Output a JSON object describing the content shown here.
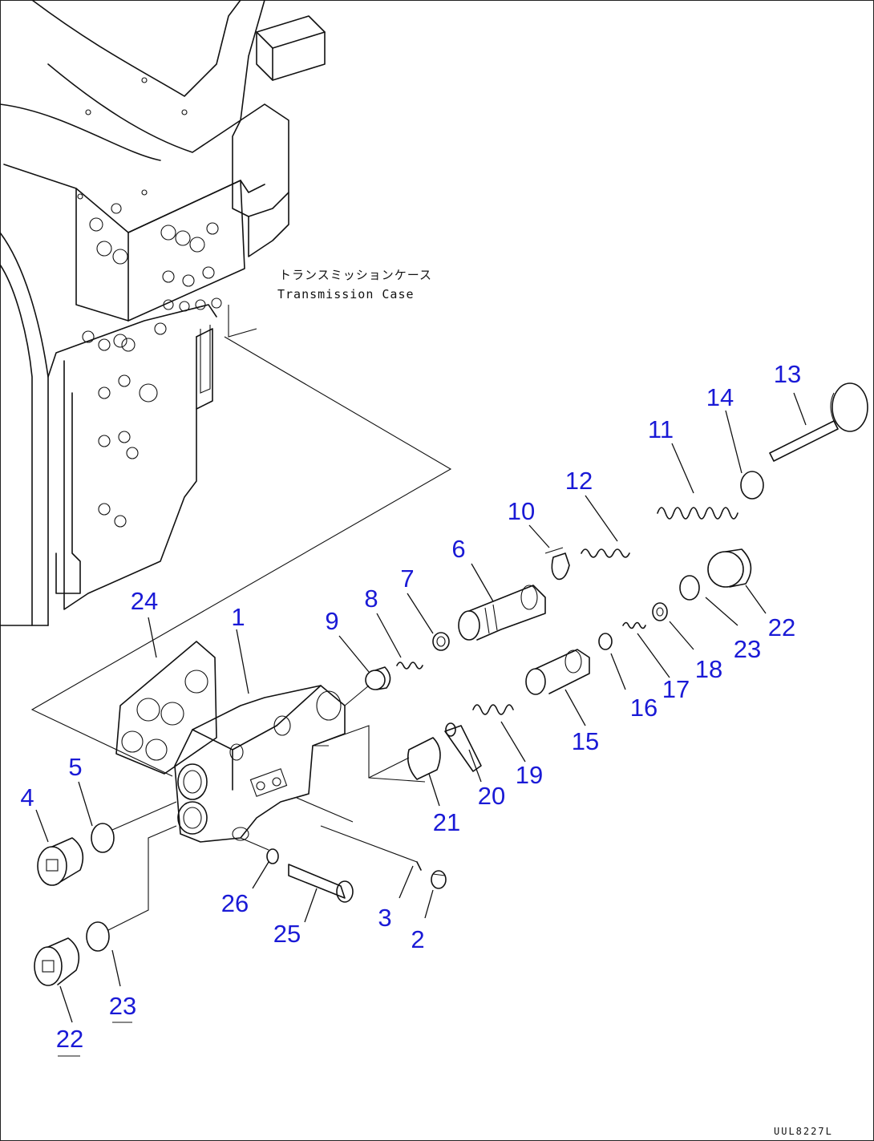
{
  "case_label_jp": "トランスミッションケース",
  "case_label_en": "Transmission Case",
  "drawing_code": "UUL8227L",
  "callout_color": "#1a1ad6",
  "callouts": {
    "c1": "1",
    "c2": "2",
    "c3": "3",
    "c4": "4",
    "c5": "5",
    "c6": "6",
    "c7": "7",
    "c8": "8",
    "c9": "9",
    "c10": "10",
    "c11": "11",
    "c12": "12",
    "c13": "13",
    "c14": "14",
    "c15": "15",
    "c16": "16",
    "c17": "17",
    "c18": "18",
    "c19": "19",
    "c20": "20",
    "c21": "21",
    "c22a": "22",
    "c22b": "22",
    "c23a": "23",
    "c23b": "23",
    "c24": "24",
    "c25": "25",
    "c26": "26"
  }
}
